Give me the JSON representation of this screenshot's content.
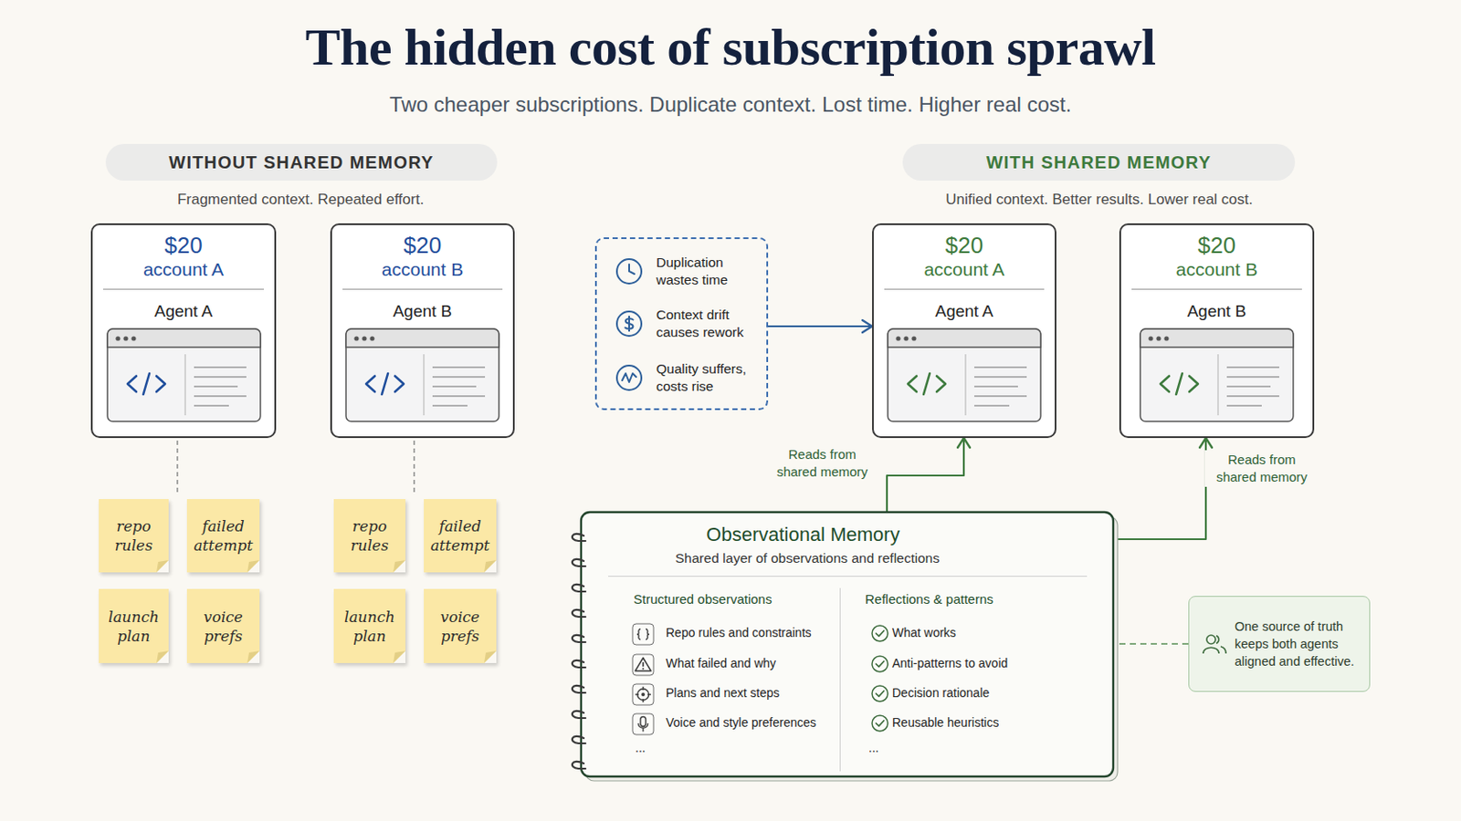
{
  "diagram": {
    "title": "The hidden cost of subscription sprawl",
    "caption": "Two cheaper subscriptions. Duplicate context. Lost time. Higher real cost.",
    "nodes": [
      {
        "text": [
          "WITHOUT SHARED MEMORY"
        ]
      },
      {
        "text": [
          "$20",
          "account A",
          "Agent A"
        ]
      },
      {
        "text": [
          "$20",
          "account B",
          "Agent B"
        ]
      },
      {
        "text": [
          "repo rules"
        ]
      },
      {
        "text": [
          "failed attempt"
        ]
      },
      {
        "text": [
          "launch plan"
        ]
      },
      {
        "text": [
          "voice prefs"
        ]
      },
      {
        "text": [
          "repo rules"
        ]
      },
      {
        "text": [
          "failed attempt"
        ]
      },
      {
        "text": [
          "launch plan"
        ]
      },
      {
        "text": [
          "voice prefs"
        ]
      },
      {
        "text": [
          "Duplication wastes time",
          "Context drift causes rework",
          "Quality suffers, costs rise"
        ]
      },
      {
        "text": [
          "WITH SHARED MEMORY"
        ]
      },
      {
        "text": [
          "$20",
          "account A",
          "Agent A"
        ]
      },
      {
        "text": [
          "$20",
          "account B",
          "Agent B"
        ]
      },
      {
        "text": [
          "Observational Memory",
          "Shared layer of observations and reflections",
          "Structured observations",
          "Repo rules and constraints",
          "What failed and why",
          "Plans and next steps",
          "Voice and style preferences",
          "...",
          "Reflections & patterns",
          "What works",
          "Anti-patterns to avoid",
          "Decision rationale",
          "Reusable heuristics",
          "..."
        ]
      },
      {
        "text": [
          "One source of truth keeps both agents aligned and effective."
        ]
      }
    ],
    "edges": [
      {
        "from": 11,
        "to": 13,
        "arrow": "to"
      },
      {
        "from": 15,
        "to": 13,
        "label": "Reads from shared memory",
        "arrow": "to"
      },
      {
        "from": 15,
        "to": 14,
        "label": "Reads from shared memory",
        "arrow": "to"
      },
      {
        "from": 16,
        "to": 15,
        "arrow": "none"
      }
    ],
    "labels": [
      "Fragmented context. Repeated effort.",
      "Unified context. Better results. Lower real cost."
    ]
  }
}
